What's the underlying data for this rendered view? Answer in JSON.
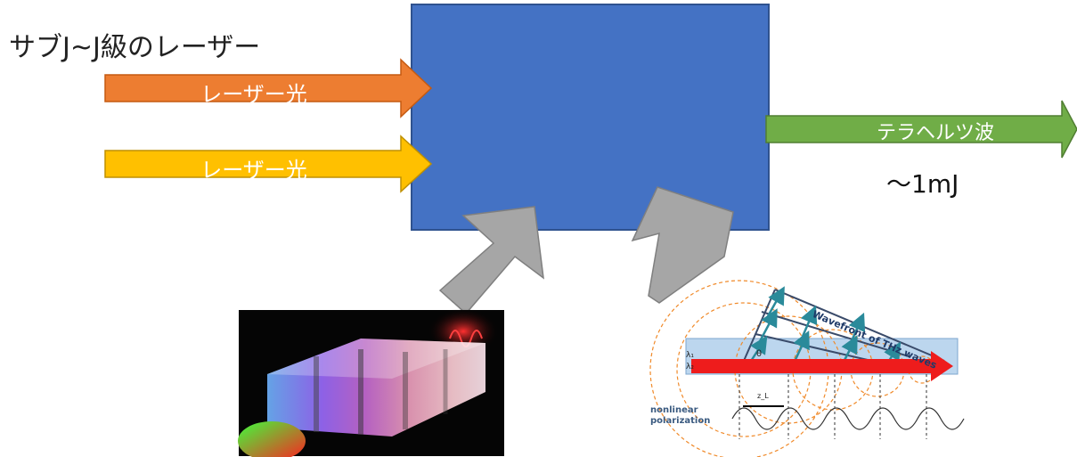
{
  "heading": "サブJ~J級のレーザー",
  "input_beams": [
    {
      "label": "レーザー光",
      "color": "#ed7d31"
    },
    {
      "label": "レーザー光",
      "color": "#ffc000"
    }
  ],
  "output_beam": {
    "label": "テラヘルツ波",
    "color": "#70ad47"
  },
  "output_energy": "～1mJ",
  "box_color": "#4472c4",
  "support_arrow_color": "#a6a6a6",
  "crystal_image": {
    "name": "prism-crystal-photo"
  },
  "wavefront_diagram": {
    "title": "Wavefront of THz waves",
    "labels": {
      "lambda1": "λ₁",
      "lambda2": "λ₂",
      "theta": "θ",
      "nonlinear": "nonlinear",
      "polarization": "polarization",
      "zl": "z_L"
    }
  }
}
